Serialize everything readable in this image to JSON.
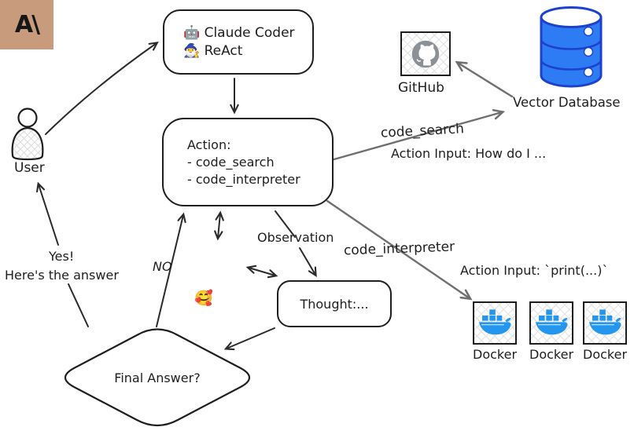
{
  "canvas": {
    "bg": "#ffffff",
    "ink": "#1e1e1e",
    "arrow_gray": "#6f6f6f"
  },
  "nodes": {
    "claude_box": {
      "lines": [
        "🤖 Claude Coder",
        "🧙‍♂️ ReAct"
      ]
    },
    "action_box": {
      "title": "Action:",
      "items": [
        "- code_search",
        "- code_interpreter"
      ]
    },
    "thought_box": {
      "label": "Thought:..."
    },
    "final_diamond": {
      "label": "Final Answer?"
    },
    "user": {
      "label": "User",
      "icon": "person-figure-icon"
    },
    "github": {
      "label": "GitHub",
      "icon": "github-octocat-icon",
      "circle_color": "#8a9096"
    },
    "vector_db": {
      "label": "Vector Database",
      "icon": "database-cylinder-icon",
      "fill": "#2e7cf3",
      "outline": "#1c41cd"
    },
    "anthropic": {
      "glyph": "A\\",
      "bg": "#c89b7c",
      "emoji": "🥰",
      "icon": "anthropic-logo-icon"
    },
    "docker": {
      "label": "Docker",
      "count": 3,
      "fill": "#2496ed",
      "icon": "docker-whale-icon"
    }
  },
  "edge_labels": {
    "code_search": "code_search",
    "code_search_input": "Action Input: How do I ...",
    "code_interpreter": "code_interpreter",
    "code_interpreter_input": "Action Input: `print(...)`",
    "observation": "Observation",
    "no": "NO",
    "yes_line1": "Yes!",
    "yes_line2": "Here's the answer"
  }
}
